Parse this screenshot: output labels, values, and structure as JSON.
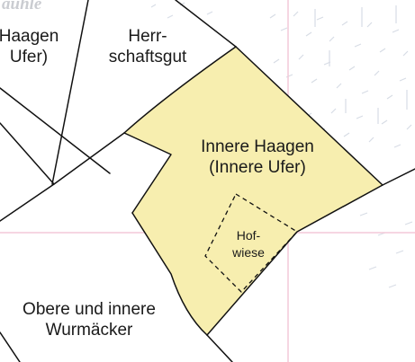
{
  "map": {
    "background_colors": {
      "paper": "#ffffff",
      "highlight_field": "#f7eeaf",
      "grid_line": "#f3c9d8",
      "boundary": "#111111",
      "basemap_marks": "#aeb6c7"
    },
    "basemap_text": "auhle",
    "parcels": [
      {
        "id": "haagen-ufer",
        "lines": [
          "Haagen",
          "Ufer)"
        ],
        "highlighted": false
      },
      {
        "id": "herrschaftsgut",
        "lines": [
          "Herr-",
          "schaftsgut"
        ],
        "highlighted": false
      },
      {
        "id": "innere-haagen",
        "lines": [
          "Innere Haagen",
          "(Innere Ufer)"
        ],
        "highlighted": true
      },
      {
        "id": "hofwiese",
        "lines": [
          "Hof-",
          "wiese"
        ],
        "highlighted": false,
        "boundary_style": "dashed"
      },
      {
        "id": "wurmaecker",
        "lines": [
          "Obere und innere",
          "Wurmäcker"
        ],
        "highlighted": false
      }
    ]
  }
}
